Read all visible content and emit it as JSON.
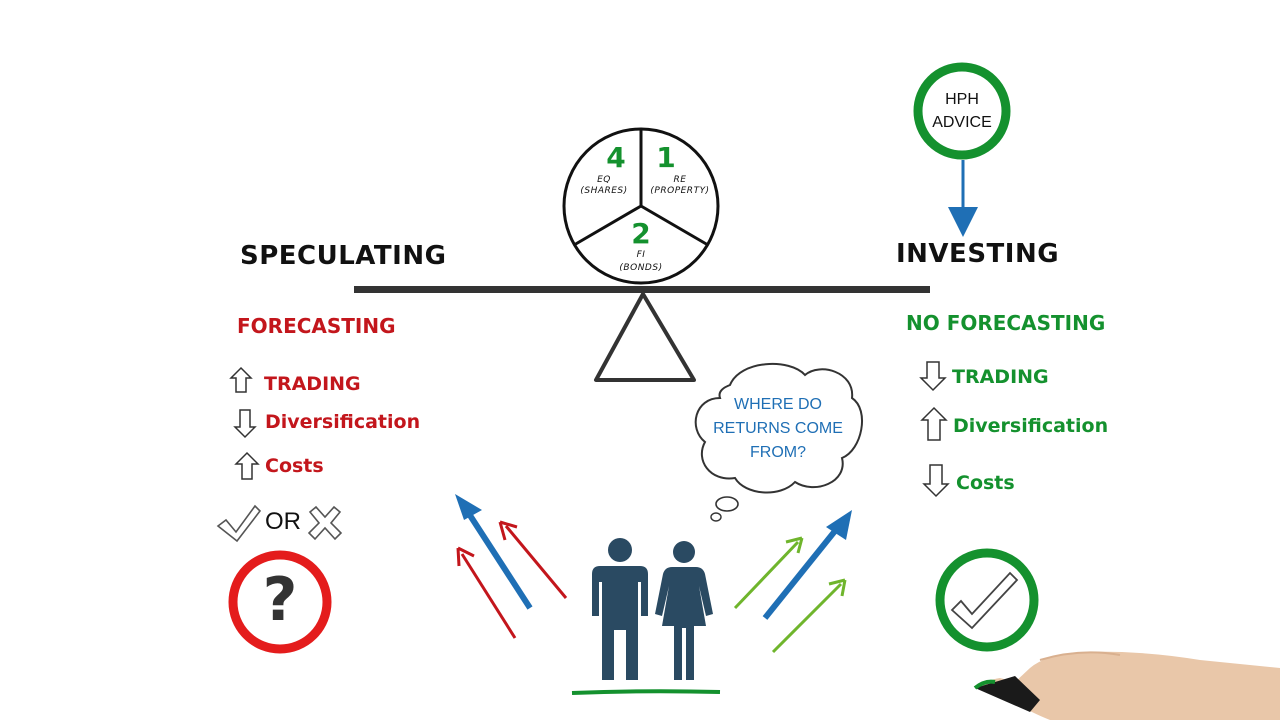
{
  "pie": {
    "segments": [
      {
        "number": "4",
        "label_line1": "EQ",
        "label_line2": "(SHARES)"
      },
      {
        "number": "1",
        "label_line1": "RE",
        "label_line2": "(PROPERTY)"
      },
      {
        "number": "2",
        "label_line1": "FI",
        "label_line2": "(BONDS)"
      }
    ]
  },
  "left": {
    "heading": "SPECULATING",
    "subheading": "FORECASTING",
    "items": [
      {
        "label": "TRADING",
        "direction": "up"
      },
      {
        "label": "Diversification",
        "direction": "down"
      },
      {
        "label": "Costs",
        "direction": "up"
      }
    ],
    "or_text": "OR",
    "symbol": "?",
    "color": "#c3161c"
  },
  "right": {
    "heading": "INVESTING",
    "subheading": "NO FORECASTING",
    "items": [
      {
        "label": "TRADING",
        "direction": "down"
      },
      {
        "label": "Diversification",
        "direction": "up"
      },
      {
        "label": "Costs",
        "direction": "down"
      }
    ],
    "color": "#14912e"
  },
  "advice": {
    "line1": "HPH",
    "line2": "ADVICE"
  },
  "thought": {
    "line1": "WHERE DO",
    "line2": "RETURNS COME",
    "line3": "FROM?"
  },
  "colors": {
    "red": "#c3161c",
    "green": "#14912e",
    "blue": "#1f6fb5",
    "lime": "#6fb52c",
    "figure": "#2a4a62",
    "beam": "#333333"
  }
}
